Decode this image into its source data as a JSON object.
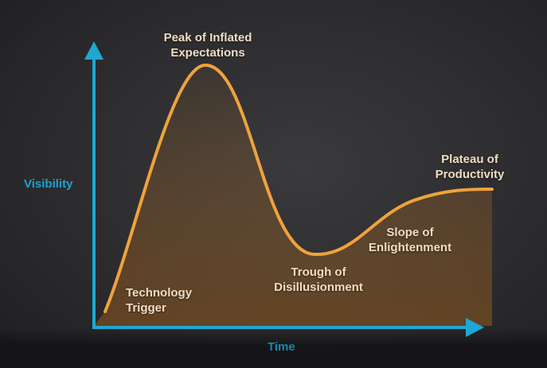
{
  "axes": {
    "y_label": "Visibility",
    "x_label": "Time",
    "color": "#1fa7d4"
  },
  "curve": {
    "color": "#f0a23c"
  },
  "phases": {
    "technology_trigger": "Technology\nTrigger",
    "peak": "Peak of Inflated\nExpectations",
    "trough": "Trough of\nDisillusionment",
    "slope": "Slope of\nEnlightenment",
    "plateau": "Plateau of\nProductivity"
  }
}
